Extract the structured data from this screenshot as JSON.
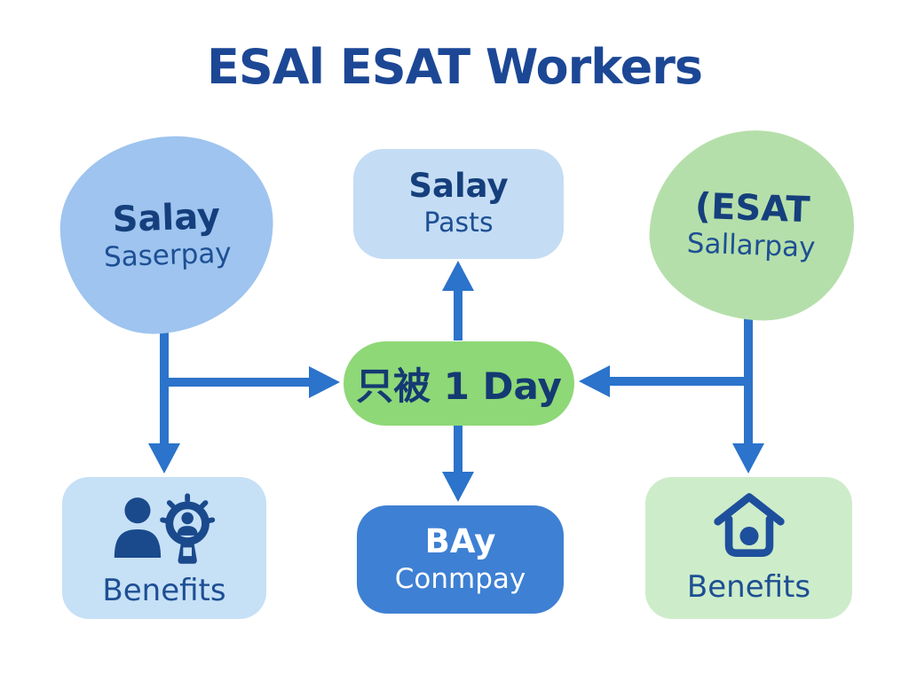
{
  "title": "ESAl ESAT Workers",
  "nodes": {
    "top_left": {
      "line1": "Salay",
      "line2": "Saserpay"
    },
    "top_center": {
      "line1": "Salay",
      "line2": "Pasts"
    },
    "top_right": {
      "line1": "(ESAT",
      "line2": "Sallarpay"
    },
    "center": {
      "label": "只被 1 Day"
    },
    "bottom_left": {
      "label": "Benefits",
      "icon": "person-search-icon"
    },
    "bottom_center": {
      "line1": "BAy",
      "line2": "Conmpay"
    },
    "bottom_right": {
      "label": "Benefits",
      "icon": "house-icon"
    }
  },
  "colors": {
    "title_text": "#1c4795",
    "node_text_dark": "#153f7c",
    "node_text_secondary": "#1d4f93",
    "blob_blue": "#9ec4ef",
    "box_light_blue": "#c4ddf4",
    "blob_green": "#b5dfaa",
    "pill_green": "#8ed877",
    "card_light_blue": "#c6e0f6",
    "box_blue": "#3e80d3",
    "card_light_green": "#cdecca",
    "arrow_blue": "#2b73cb",
    "icon_navy": "#1a4a8c"
  }
}
